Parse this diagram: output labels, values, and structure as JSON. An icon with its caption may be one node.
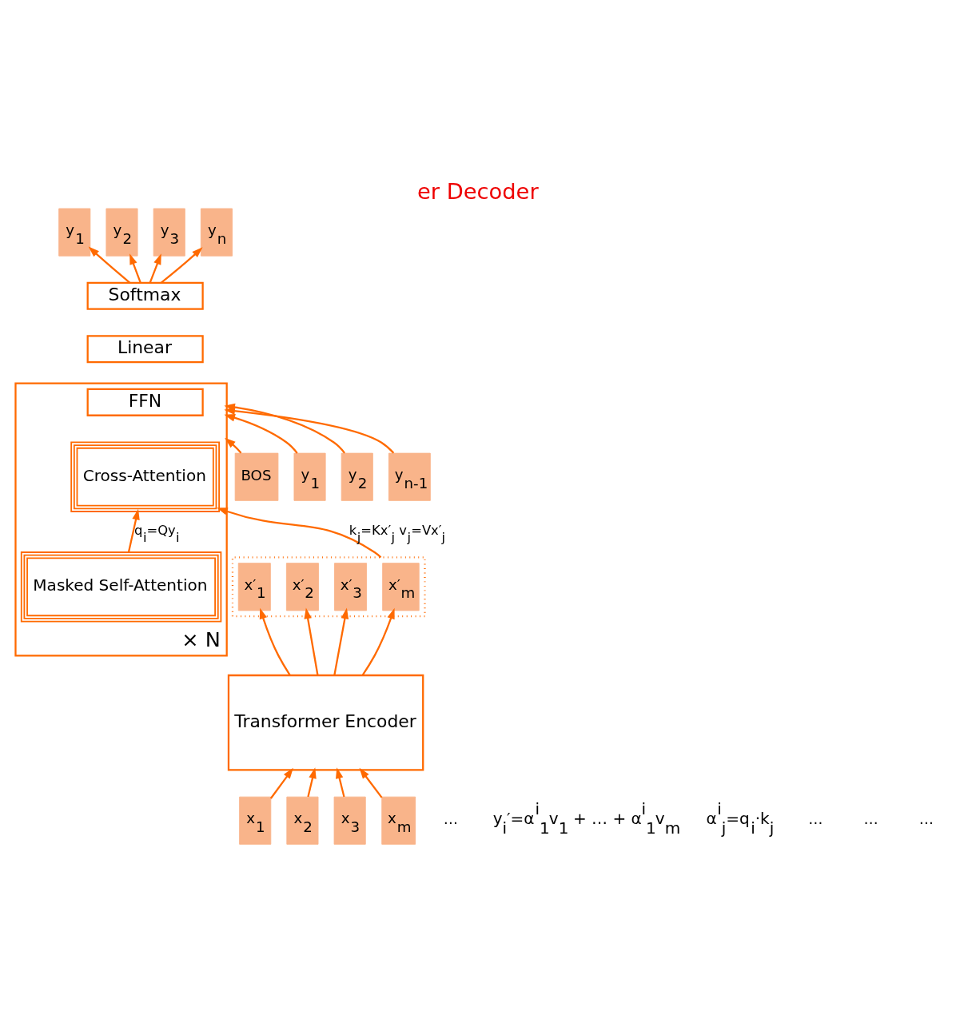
{
  "diagram": {
    "title": "er Decoder",
    "nodes": [
      {
        "text": [
          "y$_{1}$"
        ]
      },
      {
        "text": [
          "y$_{2}$"
        ]
      },
      {
        "text": [
          "y$_{3}$"
        ]
      },
      {
        "text": [
          "y$_{n}$"
        ]
      },
      {
        "text": [
          "Softmax"
        ]
      },
      {
        "text": [
          "Linear"
        ]
      },
      {
        "text": [],
        "shape": "box",
        "beside": [
          "× N"
        ]
      },
      {
        "text": [
          "FFN"
        ],
        "in": 6
      },
      {
        "text": [
          "Cross-Attention"
        ],
        "in": 6
      },
      {
        "text": [
          "Masked Self-Attention"
        ],
        "in": 6
      },
      {
        "text": [],
        "shape": "box"
      },
      {
        "text": [
          "x′$_{1}$"
        ],
        "in": 10
      },
      {
        "text": [
          "x′$_{2}$"
        ],
        "in": 10
      },
      {
        "text": [
          "x′$_{3}$"
        ],
        "in": 10
      },
      {
        "text": [
          "x′$_{m}$"
        ],
        "in": 10
      },
      {
        "text": [
          "Transformer Encoder"
        ]
      },
      {
        "text": [
          "x$_{1}$"
        ]
      },
      {
        "text": [
          "x$_{2}$"
        ]
      },
      {
        "text": [
          "x$_{3}$"
        ]
      },
      {
        "text": [
          "x$_{m}$"
        ]
      },
      {
        "text": [
          "BOS"
        ]
      },
      {
        "text": [
          "y$_{1}$"
        ]
      },
      {
        "text": [
          "y$_{2}$"
        ]
      },
      {
        "text": [
          "y$_{n-1}$"
        ]
      }
    ],
    "edges": [
      {
        "from": 16,
        "to": 15,
        "arrow": "to"
      },
      {
        "from": 17,
        "to": 15,
        "arrow": "to"
      },
      {
        "from": 18,
        "to": 15,
        "arrow": "to"
      },
      {
        "from": 19,
        "to": 15,
        "arrow": "to"
      },
      {
        "from": 15,
        "to": 11,
        "arrow": "to"
      },
      {
        "from": 15,
        "to": 12,
        "arrow": "to"
      },
      {
        "from": 15,
        "to": 13,
        "arrow": "to"
      },
      {
        "from": 15,
        "to": 14,
        "arrow": "to"
      },
      {
        "from": 10,
        "to": 8,
        "arrow": "to",
        "label": "k$_{j}$=Kx′$_{j}$ v$_{j}$=Vx′$_{j}$"
      },
      {
        "from": 9,
        "to": 8,
        "arrow": "to",
        "label": "q$_{i}$=Qy$_{i}$"
      },
      {
        "from": 20,
        "to": 6,
        "arrow": "to"
      },
      {
        "from": 21,
        "to": 6,
        "arrow": "to"
      },
      {
        "from": 22,
        "to": 6,
        "arrow": "to"
      },
      {
        "from": 23,
        "to": 6,
        "arrow": "to"
      },
      {
        "from": 4,
        "to": 0,
        "arrow": "to"
      },
      {
        "from": 4,
        "to": 1,
        "arrow": "to"
      },
      {
        "from": 4,
        "to": 2,
        "arrow": "to"
      },
      {
        "from": 4,
        "to": 3,
        "arrow": "to"
      }
    ],
    "labels": [
      "…",
      "y$_{i}$′=α$^{i}$$_{1}$v$_{1}$ + … + α$^{i}$$_{1}$v$_{m}$",
      "α$^{i}$$_{j}$=q$_{i}$·k$_{j}$",
      "…",
      "…",
      "…"
    ]
  }
}
